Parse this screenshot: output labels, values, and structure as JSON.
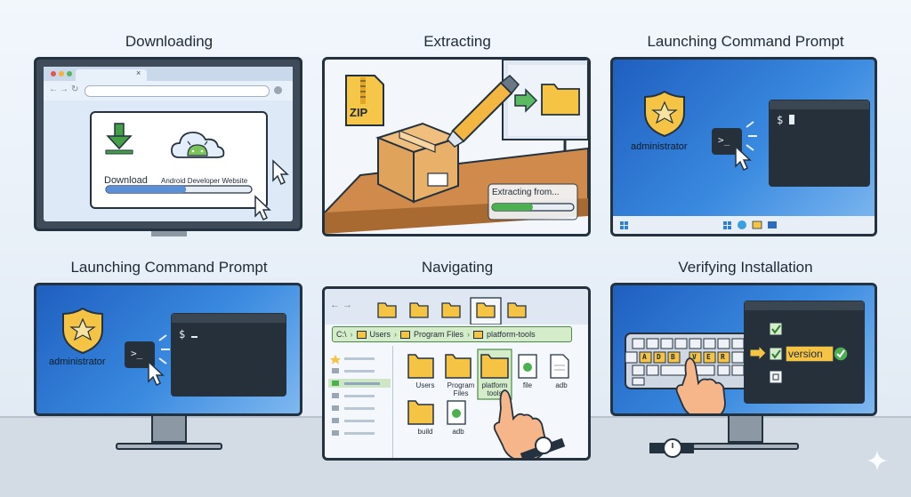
{
  "titles": {
    "p1": "Downloading",
    "p2": "Extracting",
    "p3": "Launching Command Prompt",
    "p4": "Launching Command Prompt",
    "p5": "Navigating",
    "p6": "Verifying Installation"
  },
  "download": {
    "download_label": "Download",
    "site_label": "Android Developer Website",
    "progress": 0.55
  },
  "extract": {
    "zip_label": "ZIP",
    "status": "Extracting from...",
    "progress": 0.5
  },
  "cmd": {
    "prompt": "$ ",
    "admin_label": "administrator",
    "icon_text": ">_"
  },
  "nav": {
    "path": [
      "C:\\",
      "Users",
      "Program Files",
      "platform-tools"
    ],
    "files": [
      "Users",
      "Program Files",
      "platform tools",
      "file",
      "adb",
      "build",
      "adb"
    ]
  },
  "verify": {
    "keys": [
      "A",
      "D",
      "B",
      "V",
      "E",
      "R"
    ],
    "version_label": "version",
    "check_icon": "check-icon"
  },
  "colors": {
    "dark": "#243240",
    "folder": "#f5c445",
    "green": "#4caf50",
    "blue_screen": "#2f7fd6",
    "terminal": "#26303a"
  }
}
